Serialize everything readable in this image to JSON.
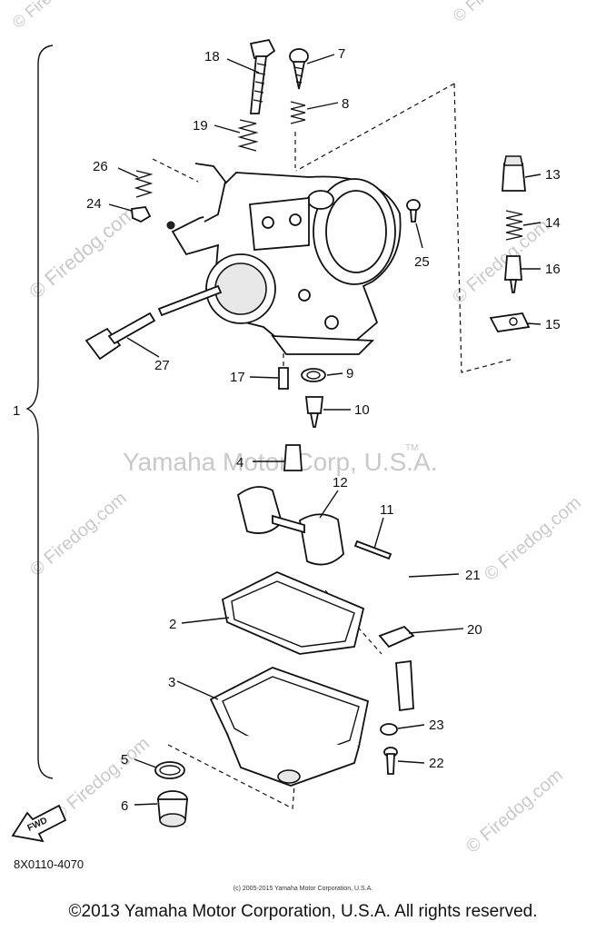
{
  "watermarks": {
    "site": "© Firedog.com",
    "company": "Yamaha Motor Corp, U.S.A.",
    "tm": "TM"
  },
  "callouts": {
    "assembly": "1",
    "p2": "2",
    "p3": "3",
    "p4": "4",
    "p5": "5",
    "p6": "6",
    "p7": "7",
    "p8": "8",
    "p9": "9",
    "p10": "10",
    "p11": "11",
    "p12": "12",
    "p13": "13",
    "p14": "14",
    "p15": "15",
    "p16": "16",
    "p17": "17",
    "p18": "18",
    "p19": "19",
    "p20": "20",
    "p21": "21",
    "p22": "22",
    "p23": "23",
    "p24": "24",
    "p25": "25",
    "p26": "26",
    "p27": "27"
  },
  "fwd_label": "FWD",
  "drawing_code": "8X0110-4070",
  "small_copyright": "(c) 2005-2015 Yamaha Motor Corporation, U.S.A.",
  "footer": "©2013 Yamaha Motor Corporation, U.S.A. All rights reserved."
}
